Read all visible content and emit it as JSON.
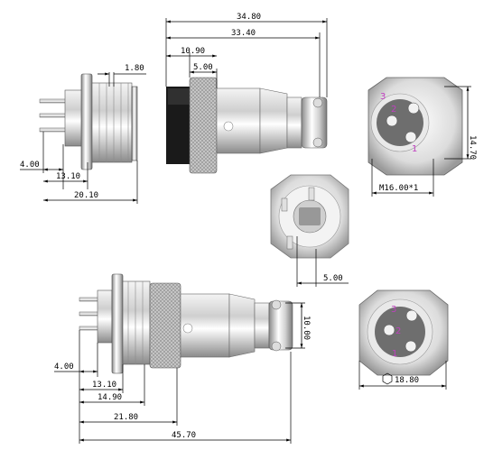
{
  "dimensions": {
    "overall_length_top": "34.80",
    "body_length_top": "33.40",
    "nut_to_coupling": "10.90",
    "coupling_width": "5.00",
    "flange_thickness": "1.80",
    "pin_protrusion": "4.00",
    "thread_length": "13.10",
    "socket_length": "20.10",
    "cap_height": "14.70",
    "thread_spec": "M16.00*1",
    "cap_recess": "5.00",
    "cable_clamp_dia": "10.00",
    "pin_protrusion_bottom": "4.00",
    "thread_length_bottom": "13.10",
    "panel_section": "14.90",
    "socket_depth": "21.80",
    "overall_length_bottom": "45.70",
    "hex_size": "18.80"
  },
  "pins_top": [
    "1",
    "2",
    "3"
  ],
  "pins_bottom": [
    "1",
    "2",
    "3"
  ],
  "colors": {
    "metal_light": "#eeeeee",
    "metal_mid": "#bdbdbd",
    "metal_dark": "#7a7a7a",
    "insulator_black": "#1a1a1a",
    "pin_label": "#c040c0"
  }
}
